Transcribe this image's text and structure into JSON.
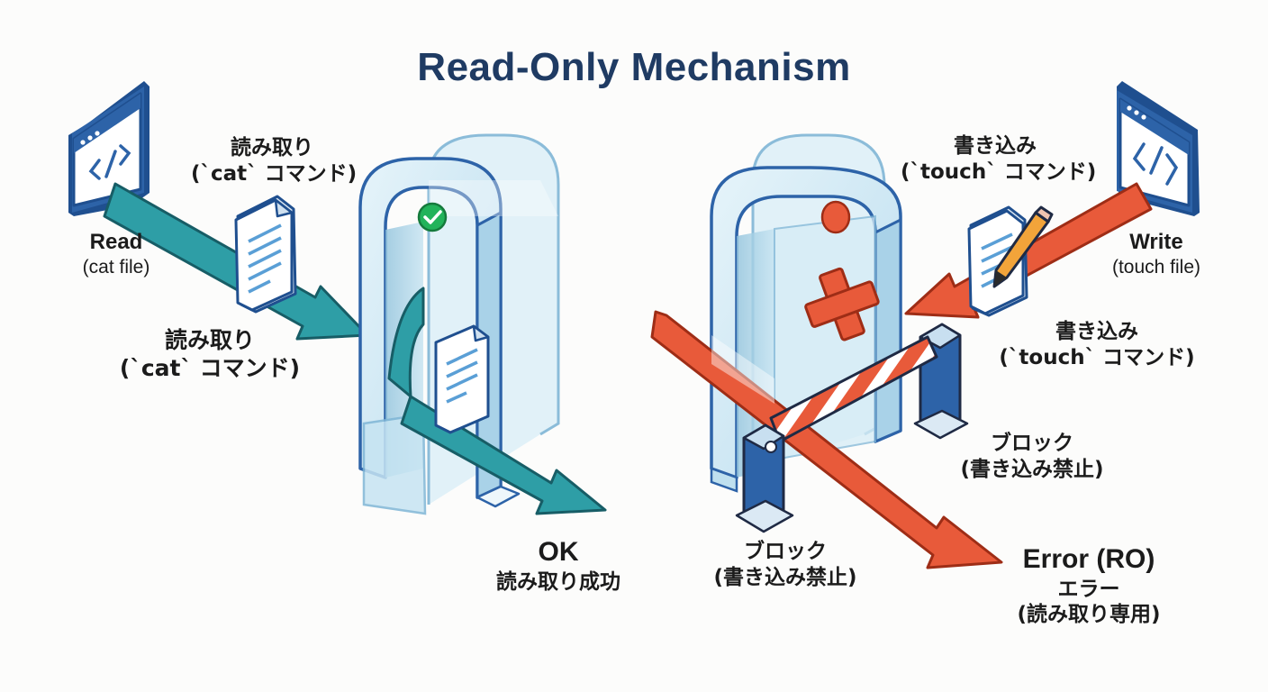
{
  "title": "Read-Only Mechanism",
  "left": {
    "read_title": "Read",
    "read_sub": "(cat file)",
    "top_label_1": "読み取り",
    "top_label_2": "(`cat` コマンド)",
    "mid_label_1": "読み取り",
    "mid_label_2": "(`cat` コマンド)",
    "ok_title": "OK",
    "ok_sub": "読み取り成功"
  },
  "right": {
    "write_title": "Write",
    "write_sub": "(touch file)",
    "top_label_1": "書き込み",
    "top_label_2": "(`touch` コマンド)",
    "mid_label_1": "書き込み",
    "mid_label_2": "(`touch` コマンド)",
    "block_right_1": "ブロック",
    "block_right_2": "(書き込み禁止)",
    "block_bottom_1": "ブロック",
    "block_bottom_2": "(書き込み禁止)",
    "error_title": "Error (RO)",
    "error_sub_1": "エラー",
    "error_sub_2": "(読み取り専用)"
  },
  "icons": {
    "left_window": "code-window-icon",
    "right_window": "code-window-icon",
    "left_doc": "document-icon",
    "right_doc": "document-pencil-icon",
    "ok_badge": "check-circle-icon",
    "error_badge": "red-circle-icon",
    "deny_mark": "cross-icon"
  },
  "colors": {
    "title": "#1f3b63",
    "read_arrow": "#2e9ea6",
    "write_arrow": "#e85a3a",
    "frame_blue": "#2d63a8",
    "glass": "#cfe7f3",
    "ok_green": "#22b35a"
  }
}
